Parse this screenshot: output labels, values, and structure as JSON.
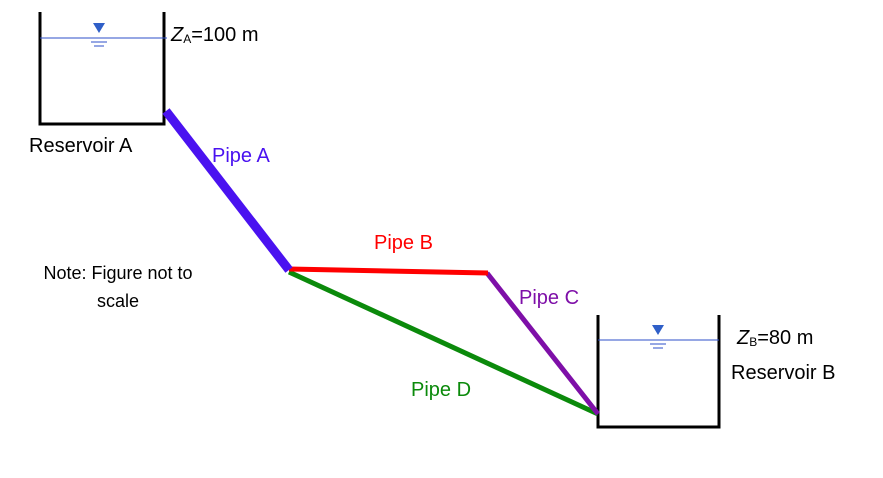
{
  "reservoir_a": {
    "label": "Reservoir A",
    "elevation": {
      "symbol": "Z",
      "subscript": "A",
      "value_text": "=100 m"
    }
  },
  "reservoir_b": {
    "label": "Reservoir B",
    "elevation": {
      "symbol": "Z",
      "subscript": "B",
      "value_text": "=80 m"
    }
  },
  "pipes": [
    {
      "label": "Pipe A",
      "color": "#4a12f0"
    },
    {
      "label": "Pipe B",
      "color": "#ff0000"
    },
    {
      "label": "Pipe C",
      "color": "#7e0fa8"
    },
    {
      "label": "Pipe D",
      "color": "#0b8a0b"
    }
  ],
  "note": {
    "line1": "Note: Figure not to",
    "line2": "scale"
  },
  "colors": {
    "water_line": "#2e4fc8",
    "water_marker": "#2f5fc8",
    "tank_wall": "#000000"
  }
}
